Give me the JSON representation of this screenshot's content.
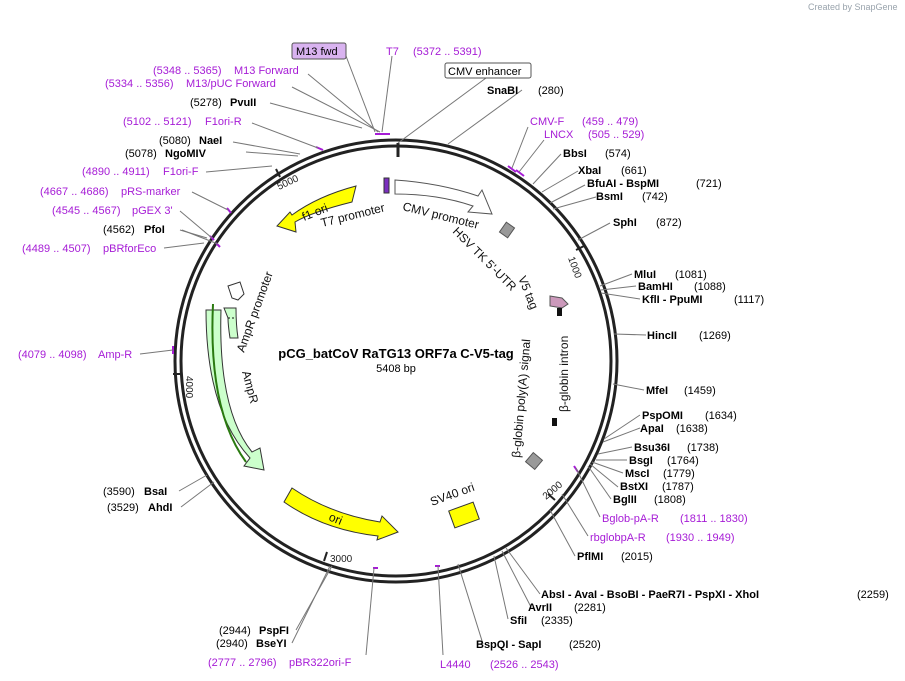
{
  "watermark": "Created by SnapGene",
  "plasmid": {
    "name": "pCG_batCoV RaTG13 ORF7a C-V5-tag",
    "size": "5408 bp"
  },
  "ticks": [
    "1000",
    "2000",
    "3000",
    "4000",
    "5000"
  ],
  "features": {
    "f1_ori": "f1 ori",
    "t7_promoter": "T7 promoter",
    "cmv_promoter": "CMV promoter",
    "hsv_tk": "HSV TK 5'-UTR",
    "v5_tag": "V5 tag",
    "bglobin_intron": "β-globin intron",
    "bglobin_polya": "β-globin poly(A) signal",
    "sv40_ori": "SV40 ori",
    "ori": "ori",
    "ampr": "AmpR",
    "ampr_promoter": "AmpR promoter"
  },
  "boxed_labels": {
    "m13_fwd": "M13 fwd",
    "cmv_enhancer": "CMV enhancer"
  },
  "sites": {
    "snabi": {
      "name": "SnaBI",
      "pos": "(280)"
    },
    "bbsi": {
      "name": "BbsI",
      "pos": "(574)"
    },
    "xbai": {
      "name": "XbaI",
      "pos": "(661)"
    },
    "bfuai": {
      "name": "BfuAI - BspMI",
      "pos": "(721)"
    },
    "bsmi": {
      "name": "BsmI",
      "pos": "(742)"
    },
    "sphi": {
      "name": "SphI",
      "pos": "(872)"
    },
    "mlui": {
      "name": "MluI",
      "pos": "(1081)"
    },
    "bamhi": {
      "name": "BamHI",
      "pos": "(1088)"
    },
    "kfli": {
      "name": "KflI - PpuMI",
      "pos": "(1117)"
    },
    "hincii": {
      "name": "HincII",
      "pos": "(1269)"
    },
    "mfei": {
      "name": "MfeI",
      "pos": "(1459)"
    },
    "pspomi": {
      "name": "PspOMI",
      "pos": "(1634)"
    },
    "apai": {
      "name": "ApaI",
      "pos": "(1638)"
    },
    "bsu36i": {
      "name": "Bsu36I",
      "pos": "(1738)"
    },
    "bsgi": {
      "name": "BsgI",
      "pos": "(1764)"
    },
    "msci": {
      "name": "MscI",
      "pos": "(1779)"
    },
    "bstxi": {
      "name": "BstXI",
      "pos": "(1787)"
    },
    "bglii": {
      "name": "BglII",
      "pos": "(1808)"
    },
    "pflmi": {
      "name": "PflMI",
      "pos": "(2015)"
    },
    "absi": {
      "name": "AbsI - AvaI - BsoBI - PaeR7I - PspXI - XhoI",
      "pos": "(2259)"
    },
    "avrii": {
      "name": "AvrII",
      "pos": "(2281)"
    },
    "sfii": {
      "name": "SfiI",
      "pos": "(2335)"
    },
    "bspqi": {
      "name": "BspQI - SapI",
      "pos": "(2520)"
    },
    "pspfi": {
      "name": "PspFI",
      "pos": "(2944)"
    },
    "bseyi": {
      "name": "BseYI",
      "pos": "(2940)"
    },
    "bsai": {
      "name": "BsaI",
      "pos": "(3590)"
    },
    "ahdi": {
      "name": "AhdI",
      "pos": "(3529)"
    },
    "pfoi": {
      "name": "PfoI",
      "pos": "(4562)"
    },
    "ngomiv": {
      "name": "NgoMIV",
      "pos": "(5078)"
    },
    "naei": {
      "name": "NaeI",
      "pos": "(5080)"
    },
    "pvuii": {
      "name": "PvuII",
      "pos": "(5278)"
    }
  },
  "primers": {
    "t7": {
      "name": "T7",
      "range": "(5372 .. 5391)"
    },
    "m13_forward": {
      "name": "M13 Forward",
      "range": "(5348 .. 5365)"
    },
    "m13_puc": {
      "name": "M13/pUC Forward",
      "range": "(5334 .. 5356)"
    },
    "f1ori_r": {
      "name": "F1ori-R",
      "range": "(5102 .. 5121)"
    },
    "f1ori_f": {
      "name": "F1ori-F",
      "range": "(4890 .. 4911)"
    },
    "prs_marker": {
      "name": "pRS-marker",
      "range": "(4667 .. 4686)"
    },
    "pgex3": {
      "name": "pGEX 3'",
      "range": "(4545 .. 4567)"
    },
    "pbrforeco": {
      "name": "pBRforEco",
      "range": "(4489 .. 4507)"
    },
    "amp_r": {
      "name": "Amp-R",
      "range": "(4079 .. 4098)"
    },
    "cmv_f": {
      "name": "CMV-F",
      "range": "(459 .. 479)"
    },
    "lncx": {
      "name": "LNCX",
      "range": "(505 .. 529)"
    },
    "bglob_pa_r": {
      "name": "Bglob-pA-R",
      "range": "(1811 .. 1830)"
    },
    "rbglobpa_r": {
      "name": "rbglobpA-R",
      "range": "(1930 .. 1949)"
    },
    "l4440": {
      "name": "L4440",
      "range": "(2526 .. 2543)"
    },
    "pbr322ori_f": {
      "name": "pBR322ori-F",
      "range": "(2777 .. 2796)"
    }
  },
  "colors": {
    "primer": "#a61cd6",
    "ori": "#ffff00",
    "ampr": "#ccffcc",
    "promoter": "#ffffff",
    "backbone": "#222222",
    "misc": "#999999",
    "v5": "#cc99bb"
  }
}
